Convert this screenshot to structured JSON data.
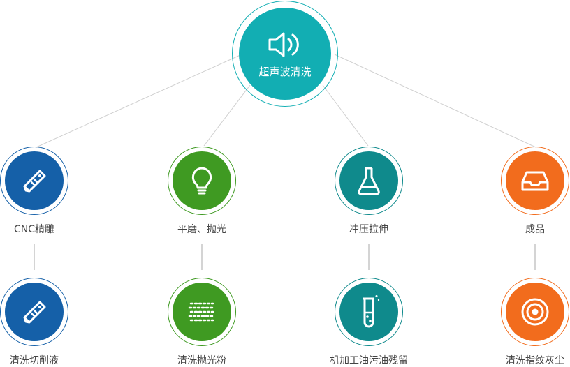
{
  "root": {
    "label": "超声波清洗",
    "color": "#12aeb3",
    "icon": "speaker-icon"
  },
  "categories": [
    {
      "label": "CNC精雕",
      "color": "#1560a8",
      "icon": "utility-knife-icon",
      "child": {
        "label": "清洗切削液",
        "color": "#1560a8",
        "icon": "utility-knife-icon"
      }
    },
    {
      "label": "平磨、抛光",
      "color": "#3f9a22",
      "icon": "light-bulb-icon",
      "child": {
        "label": "清洗抛光粉",
        "color": "#3f9a22",
        "icon": "powder-dots-icon"
      }
    },
    {
      "label": "冲压拉伸",
      "color": "#0f8a8c",
      "icon": "flask-icon",
      "child": {
        "label": "机加工油污油残留",
        "color": "#0f8a8c",
        "icon": "test-tube-icon"
      }
    },
    {
      "label": "成品",
      "color": "#f26c1d",
      "icon": "tray-icon",
      "child": {
        "label": "清洗指纹灰尘",
        "color": "#f26c1d",
        "icon": "target-icon"
      }
    }
  ]
}
